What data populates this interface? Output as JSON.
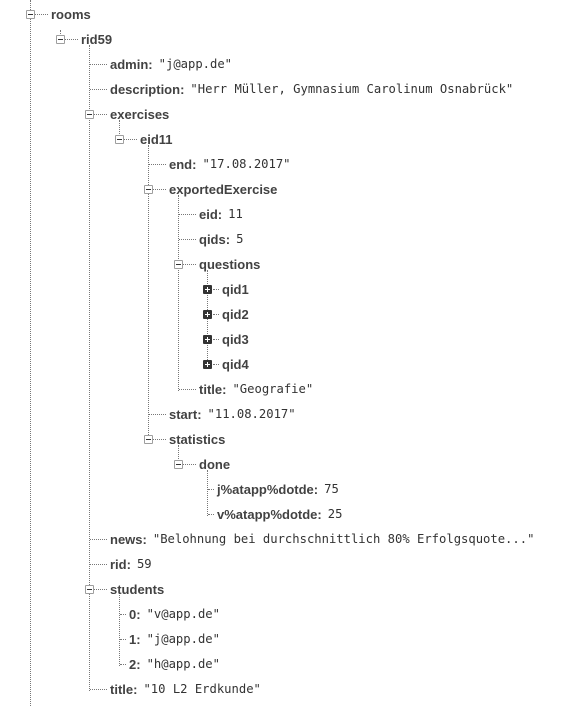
{
  "tree": {
    "rooms": "rooms",
    "rid59": "rid59",
    "admin": {
      "key": "admin",
      "value": "\"j@app.de\""
    },
    "description": {
      "key": "description",
      "value": "\"Herr Müller, Gymnasium Carolinum Osnabrück\""
    },
    "exercises": "exercises",
    "eid11": "eid11",
    "end": {
      "key": "end",
      "value": "\"17.08.2017\""
    },
    "exportedExercise": "exportedExercise",
    "eid": {
      "key": "eid",
      "value": "11"
    },
    "qids": {
      "key": "qids",
      "value": "5"
    },
    "questions": "questions",
    "question_items": [
      "qid1",
      "qid2",
      "qid3",
      "qid4"
    ],
    "title_exercise": {
      "key": "title",
      "value": "\"Geografie\""
    },
    "start": {
      "key": "start",
      "value": "\"11.08.2017\""
    },
    "statistics": "statistics",
    "done": "done",
    "done_j": {
      "key": "j%atapp%dotde",
      "value": "75"
    },
    "done_v": {
      "key": "v%atapp%dotde",
      "value": "25"
    },
    "news": {
      "key": "news",
      "value": "\"Belohnung bei durchschnittlich 80% Erfolgsquote...\""
    },
    "rid": {
      "key": "rid",
      "value": "59"
    },
    "students": "students",
    "student_items": [
      {
        "key": "0",
        "value": "\"v@app.de\""
      },
      {
        "key": "1",
        "value": "\"j@app.de\""
      },
      {
        "key": "2",
        "value": "\"h@app.de\""
      }
    ],
    "title_room": {
      "key": "title",
      "value": "\"10 L2 Erdkunde\""
    }
  },
  "colors": {
    "text": "#333333",
    "key": "#424242",
    "tree_lines": "#777777",
    "toggle_border": "#9e9e9e",
    "expand_fill": "#333333"
  }
}
